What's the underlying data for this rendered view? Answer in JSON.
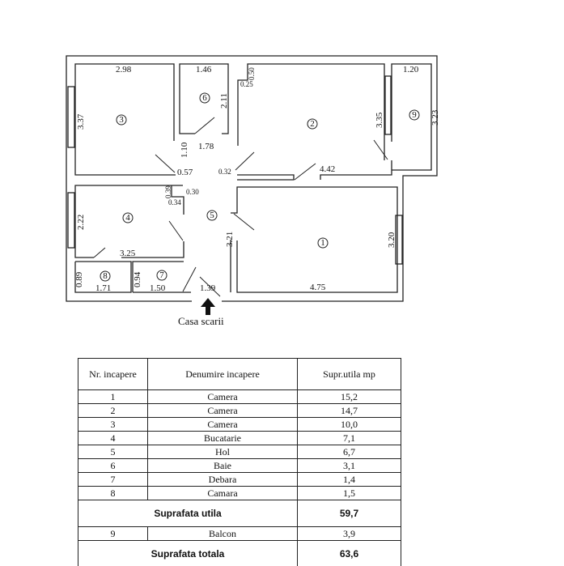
{
  "plan": {
    "rooms": [
      "1",
      "2",
      "3",
      "4",
      "5",
      "6",
      "7",
      "8",
      "9"
    ],
    "dimensions": {
      "r3_width": "2.98",
      "r3_height": "3.37",
      "r6_width": "1.46",
      "r6_height": "2.11",
      "r6_bottom": "1.78",
      "d050": "0.50",
      "d025": "0.25",
      "r2_height": "3.35",
      "r2_width": "4.42",
      "r9_width": "1.20",
      "r9_height": "3.23",
      "d110": "1.10",
      "d057": "0.57",
      "d032": "0.32",
      "d039": "0.39",
      "d034": "0.34",
      "d030": "0.30",
      "r4_height": "2.22",
      "r4_width": "3.25",
      "r1_height_left": "3.21",
      "r1_height": "3.20",
      "r1_width": "4.75",
      "r8_height": "0.89",
      "r8_width": "1.71",
      "r7_height": "0.94",
      "r7_width": "1.50",
      "entrance": "1.39"
    },
    "entrance_label": "Casa scarii"
  },
  "table": {
    "headers": {
      "nr": "Nr. incapere",
      "name": "Denumire incapere",
      "area": "Supr.utila mp"
    },
    "rows": [
      {
        "nr": "1",
        "name": "Camera",
        "area": "15,2"
      },
      {
        "nr": "2",
        "name": "Camera",
        "area": "14,7"
      },
      {
        "nr": "3",
        "name": "Camera",
        "area": "10,0"
      },
      {
        "nr": "4",
        "name": "Bucatarie",
        "area": "7,1"
      },
      {
        "nr": "5",
        "name": "Hol",
        "area": "6,7"
      },
      {
        "nr": "6",
        "name": "Baie",
        "area": "3,1"
      },
      {
        "nr": "7",
        "name": "Debara",
        "area": "1,4"
      },
      {
        "nr": "8",
        "name": "Camara",
        "area": "1,5"
      }
    ],
    "useful_label": "Suprafata utila",
    "useful_value": "59,7",
    "balcony": {
      "nr": "9",
      "name": "Balcon",
      "area": "3,9"
    },
    "total_label": "Suprafata totala",
    "total_value": "63,6"
  }
}
